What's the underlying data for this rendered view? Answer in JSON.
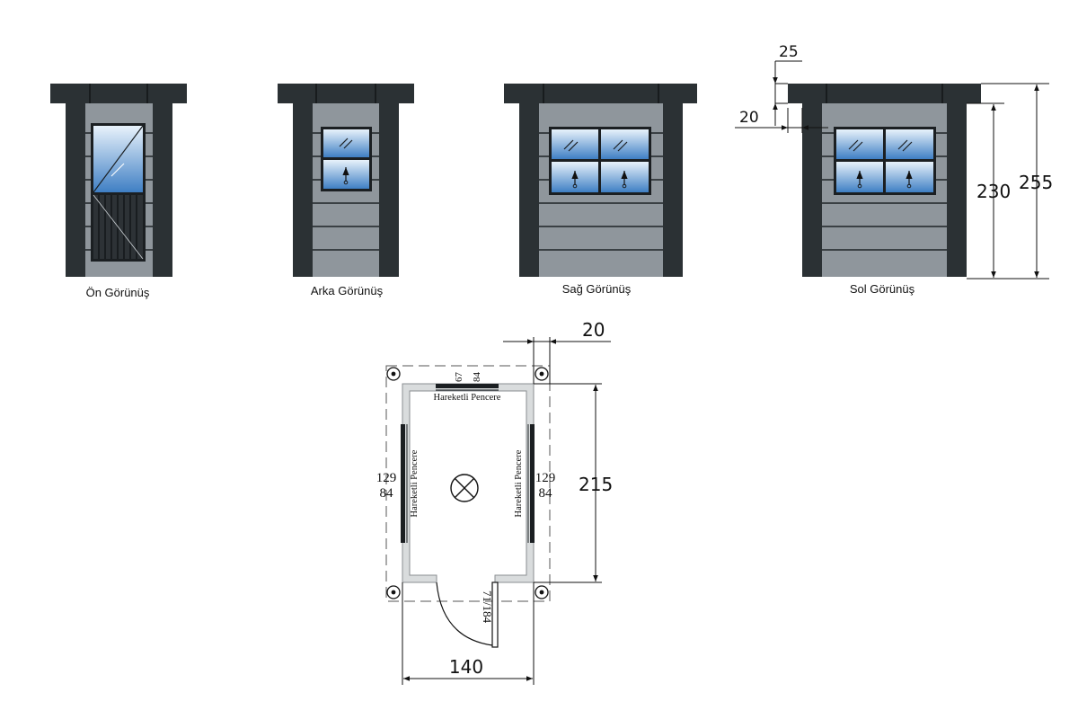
{
  "elevations": {
    "front": {
      "caption": "Ön Görünüş"
    },
    "back": {
      "caption": "Arka Görünüş"
    },
    "right": {
      "caption": "Sağ Görünüş"
    },
    "left": {
      "caption": "Sol Görünüş",
      "dim_roof_thickness": "25",
      "dim_overhang": "20",
      "dim_wall_height": "230",
      "dim_total_height": "255"
    }
  },
  "plan": {
    "dim_post_offset": "20",
    "dim_depth": "215",
    "dim_width": "140",
    "top_window": {
      "label": "Hareketli Pencere",
      "size_a": "67",
      "size_b": "84"
    },
    "left_window": {
      "label": "Hareketli Pencere",
      "size_a": "129",
      "size_b": "84"
    },
    "right_window": {
      "label": "Hareketli Pencere",
      "size_a": "129",
      "size_b": "84"
    },
    "door": {
      "size": "71/184"
    }
  },
  "colors": {
    "roof": "#2b3134",
    "post": "#2b3134",
    "wall": "#8f969c",
    "board_line": "#1e2326",
    "glass_light": "#e8f2fb",
    "glass_dark": "#3f7fc4",
    "frame": "#1b1f22",
    "door_panel": "#2d3236",
    "plan_wall": "#d9dcdd"
  }
}
